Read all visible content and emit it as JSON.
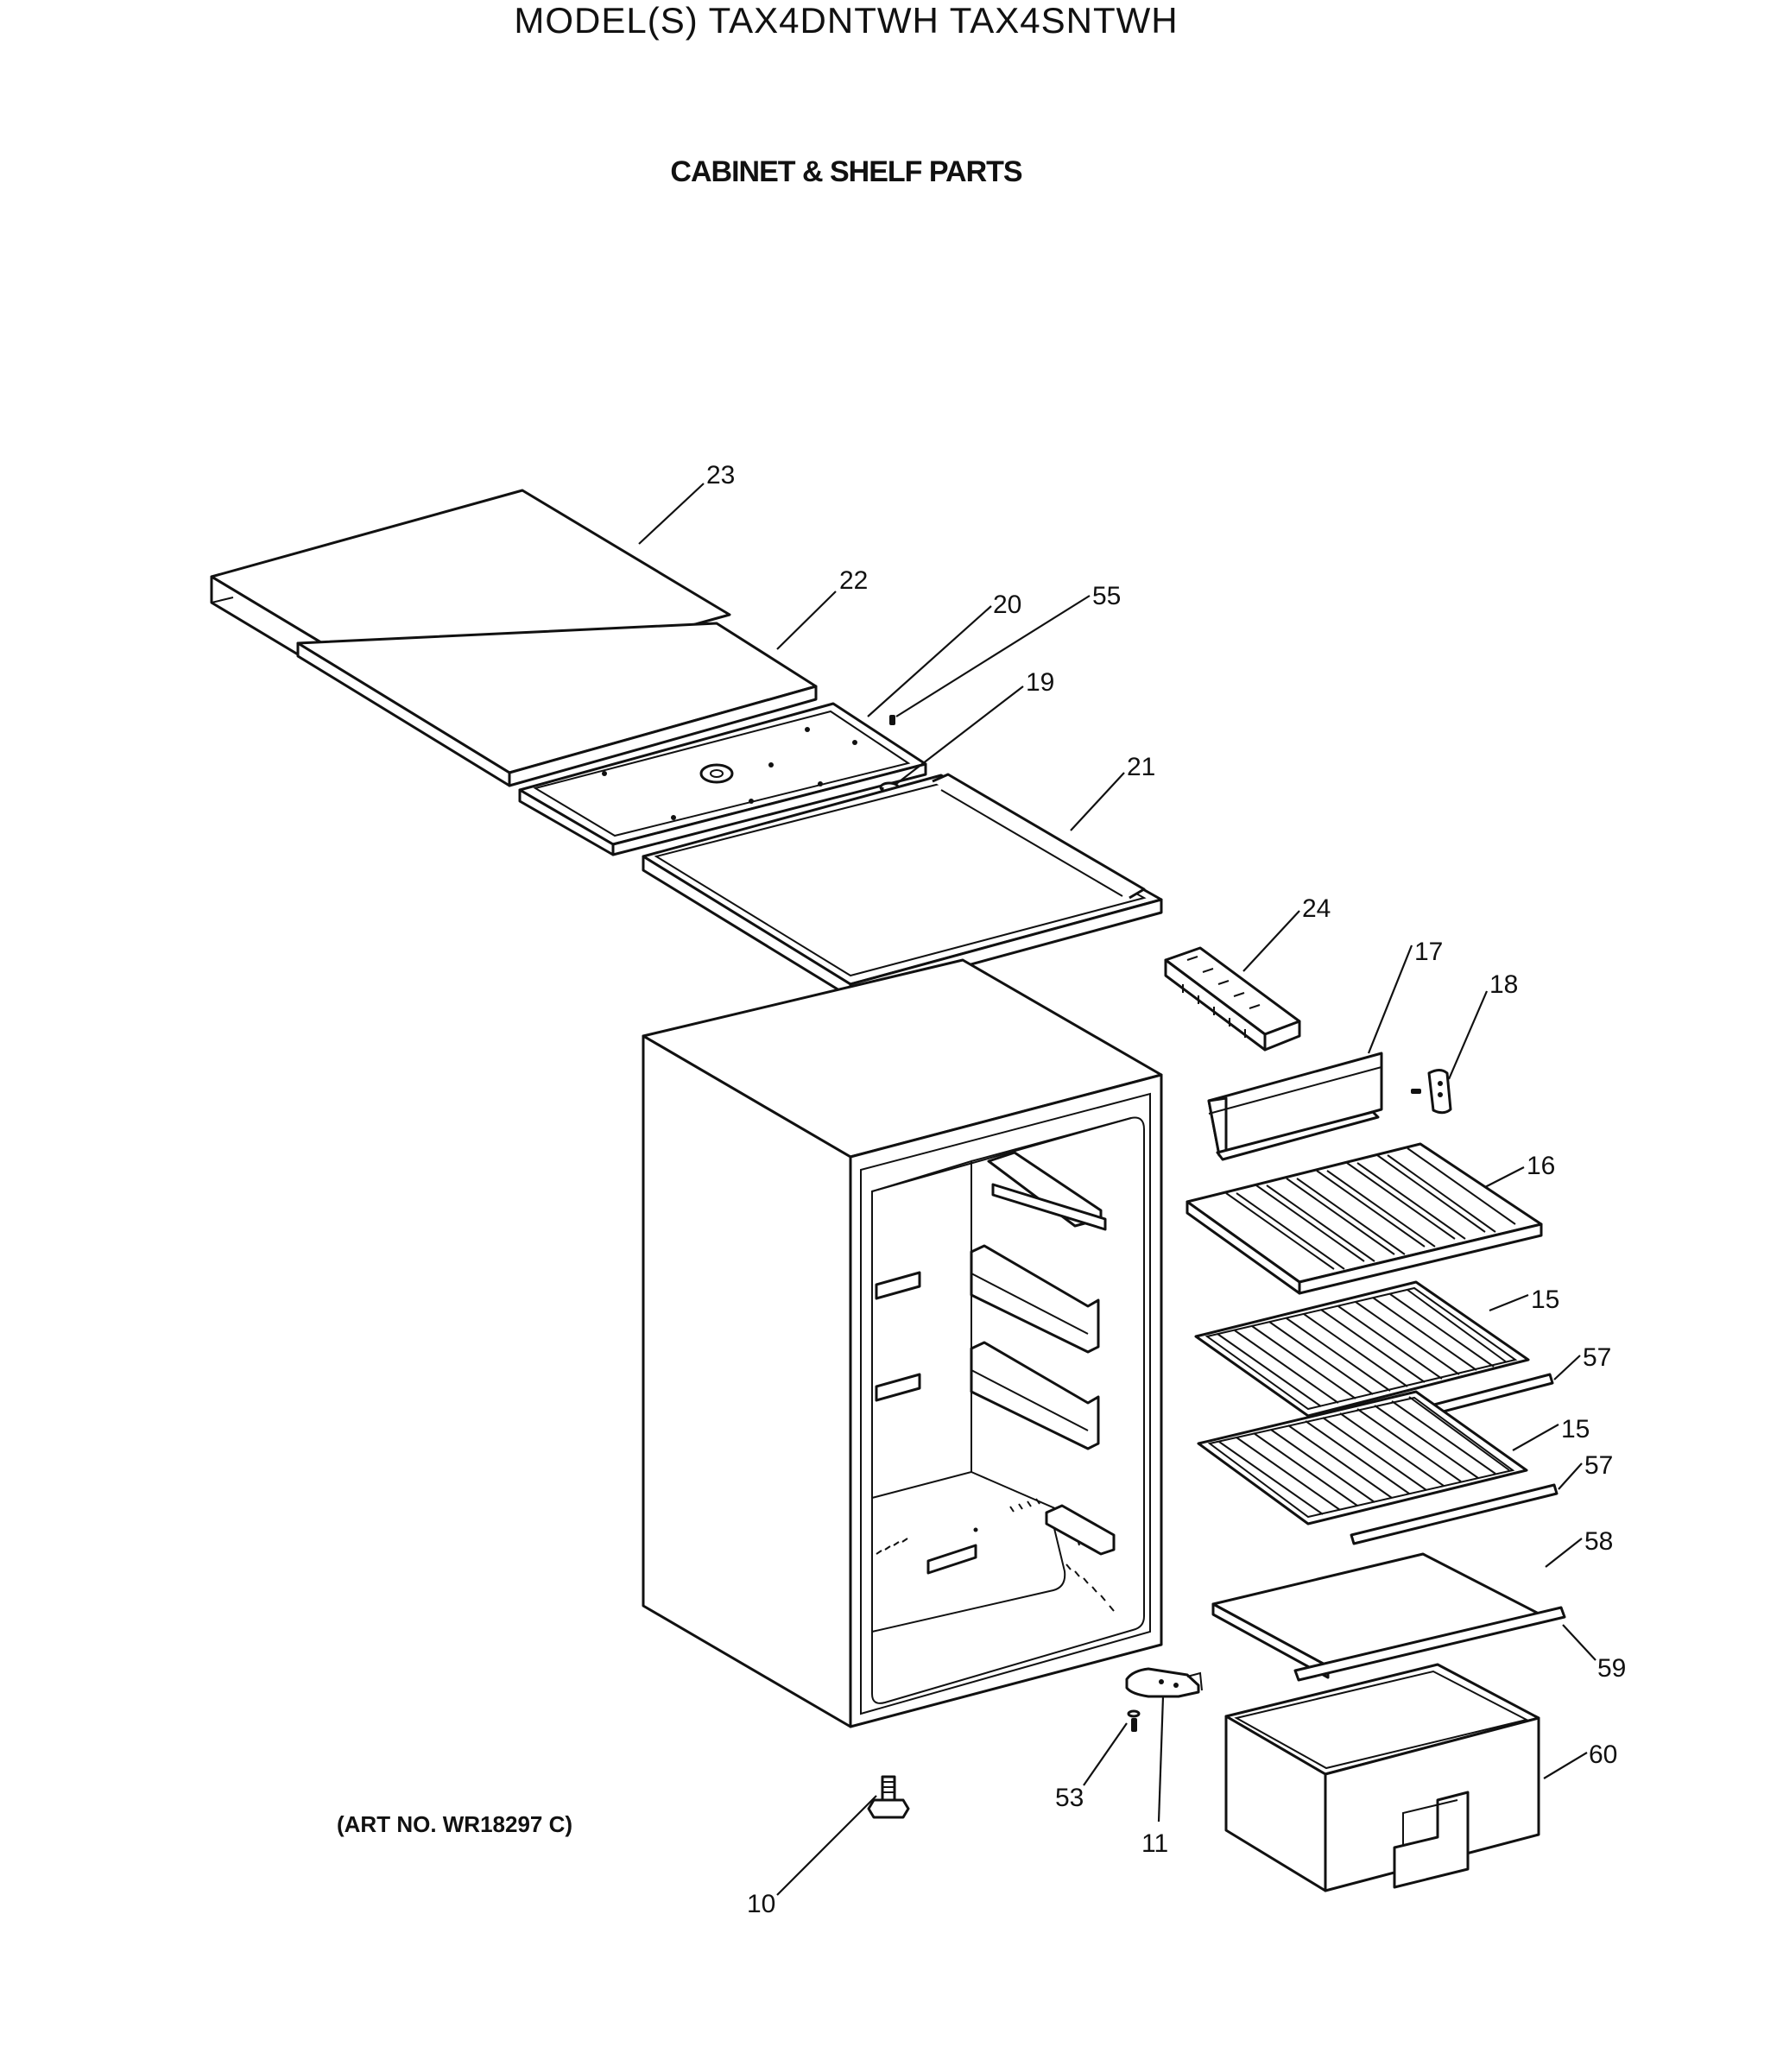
{
  "header": {
    "model_title": "MODEL(S) TAX4DNTWH  TAX4SNTWH",
    "section_title": "CABINET & SHELF PARTS"
  },
  "footer": {
    "art_number": "(ART NO. WR18297 C)"
  },
  "parts": {
    "p23": "23",
    "p22": "22",
    "p20": "20",
    "p55": "55",
    "p19": "19",
    "p21": "21",
    "p24": "24",
    "p17": "17",
    "p18": "18",
    "p16": "16",
    "p15a": "15",
    "p57a": "57",
    "p15b": "15",
    "p57b": "57",
    "p58": "58",
    "p59": "59",
    "p60": "60",
    "p53": "53",
    "p11": "11",
    "p10": "10"
  }
}
